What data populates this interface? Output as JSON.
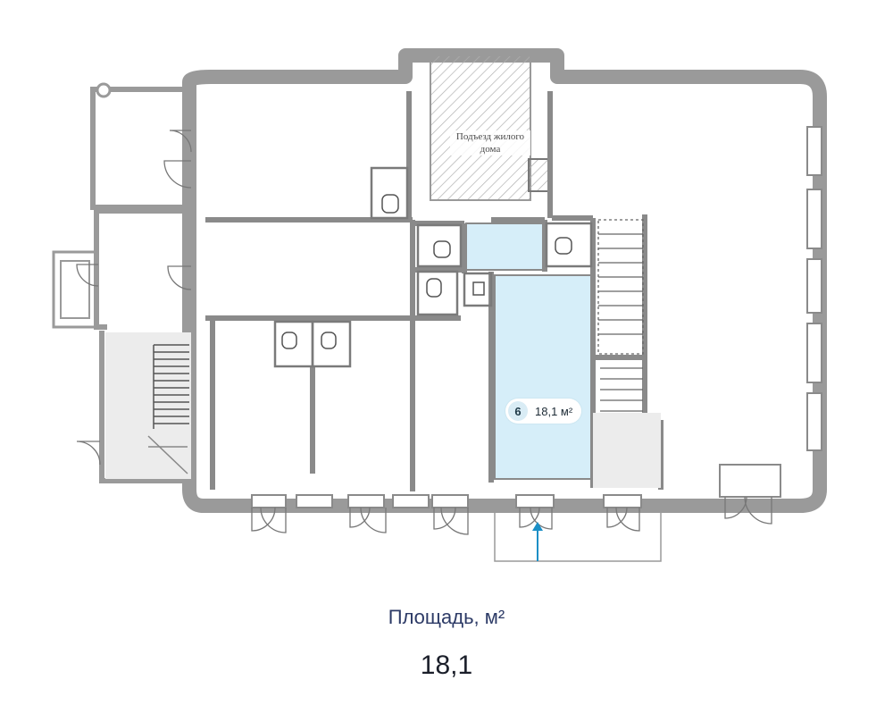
{
  "plan": {
    "entrance_label": "Подъезд жилого дома",
    "unit": {
      "number": "6",
      "area": "18,1 м²"
    }
  },
  "summary": {
    "area_title": "Площадь, м²",
    "area_value": "18,1"
  },
  "colors": {
    "wall": "#9a9a9a",
    "floor": "#ffffff",
    "selected_unit": "#d6eef9",
    "grey_zone": "#ececec",
    "arrow": "#1b8fc6",
    "title_text": "#2c3a66"
  },
  "icons": [
    "entrance-arrow-icon",
    "toilet-icon",
    "door-swing-icon",
    "staircase-icon"
  ]
}
